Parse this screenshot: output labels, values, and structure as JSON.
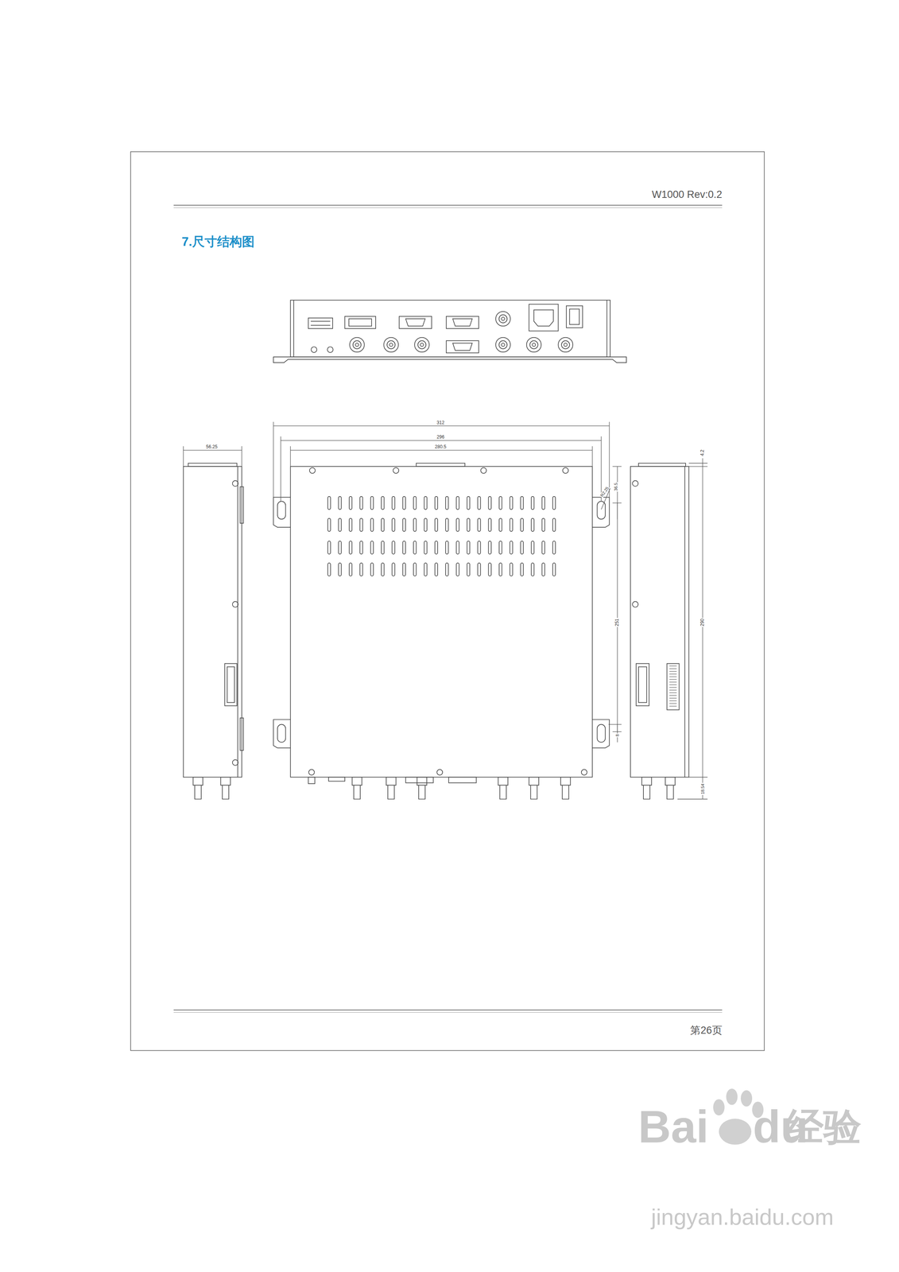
{
  "diagram": {
    "title": "7.尺寸结构图",
    "labels": [
      "W1000 Rev:0.2",
      "312",
      "296",
      "280.5",
      "56.25",
      "4.2",
      "R2.25",
      "36.5",
      "251",
      "8",
      "290",
      "18.54",
      "第26页",
      "Bai",
      "du",
      "经验",
      "jingyan.baidu.com"
    ]
  }
}
